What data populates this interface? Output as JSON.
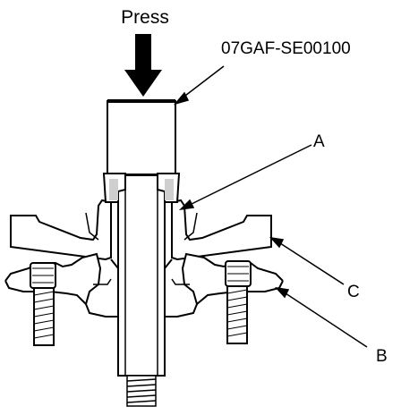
{
  "diagram": {
    "press_label": "Press",
    "tool_label": "07GAF-SE00100",
    "callout_a": "A",
    "callout_b": "B",
    "callout_c": "C",
    "colors": {
      "line": "#000000",
      "fill": "#ffffff",
      "shade": "#cfcfcf"
    }
  }
}
